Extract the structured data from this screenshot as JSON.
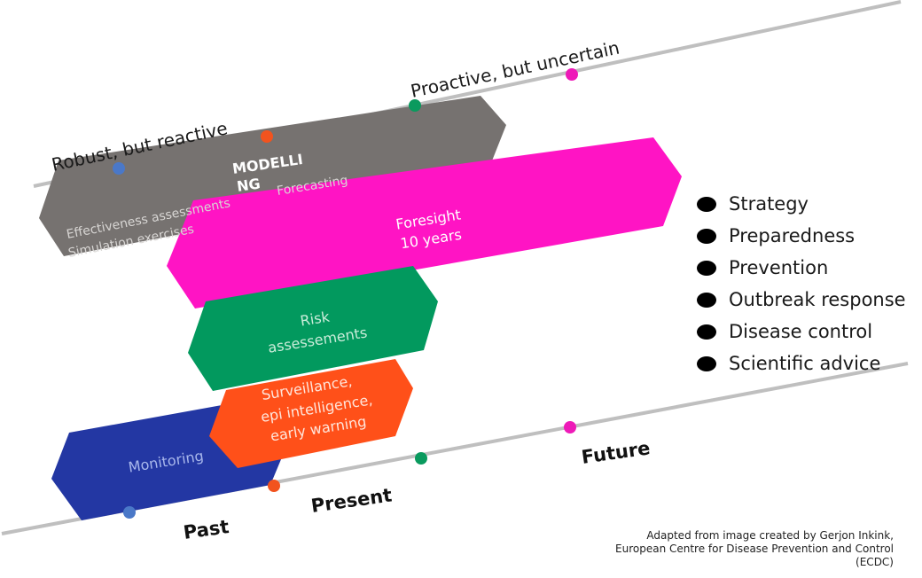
{
  "lines": {
    "upper": {
      "left_label": "Robust, but reactive",
      "right_label": "Proactive, but uncertain"
    },
    "timeline": {
      "past": "Past",
      "present": "Present",
      "future": "Future"
    }
  },
  "shapes": {
    "modelling": {
      "title_line1": "MODELLI",
      "title_line2": "NG",
      "sub1": "Effectiveness assessments",
      "sub2": "Simulation exercises",
      "forecasting": "Forecasting"
    },
    "foresight": {
      "line1": "Foresight",
      "line2": "10 years"
    },
    "risk": {
      "line1": "Risk",
      "line2": "assessements"
    },
    "surveillance": {
      "line1": "Surveillance,",
      "line2": "epi intelligence,",
      "line3": "early warning"
    },
    "monitoring": {
      "label": "Monitoring"
    }
  },
  "legend": [
    "Strategy",
    "Preparedness",
    "Prevention",
    "Outbreak response",
    "Disease control",
    "Scientific advice"
  ],
  "credit": {
    "line1": "Adapted from image created by Gerjon Inkink,",
    "line2": "European Centre for Disease Prevention and Control",
    "line3": "(ECDC)"
  },
  "colors": {
    "line": "#bfbfbf",
    "modelling": "#767270",
    "foresight": "#ff14c4",
    "risk": "#02995e",
    "surveillance": "#ff5019",
    "monitoring": "#2337a3",
    "dot_blue": "#4a78c8",
    "dot_orange": "#f2531e",
    "dot_green": "#0a9a5e",
    "dot_pink": "#ee1ab8"
  }
}
